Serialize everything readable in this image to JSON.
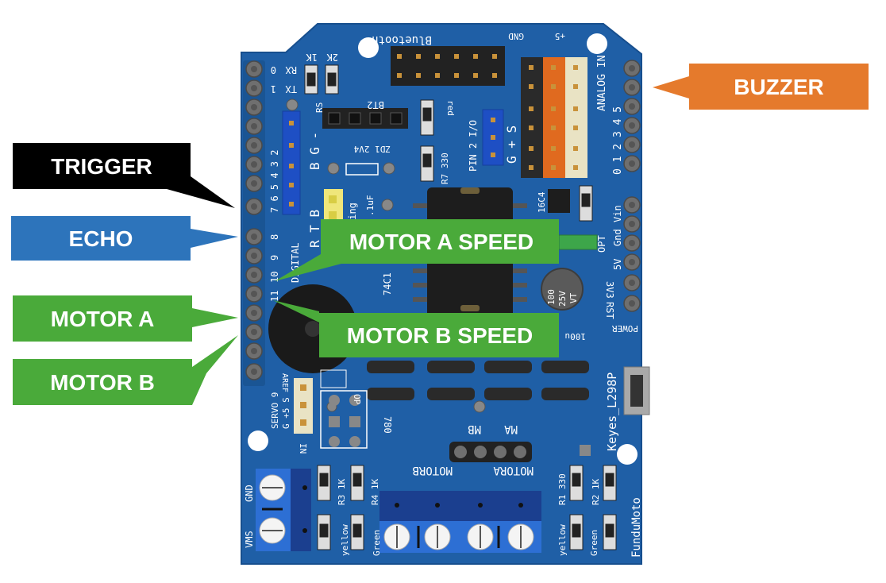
{
  "colors": {
    "board": "#1f5fa6",
    "board_dark": "#17508f",
    "header_pin": "#6f6f6f",
    "callout_black": "#000000",
    "callout_blue": "#2d74bb",
    "callout_green": "#4aaa3a",
    "callout_orange": "#e57a2c"
  },
  "callouts": {
    "trigger": "TRIGGER",
    "echo": "ECHO",
    "motor_a": "MOTOR A",
    "motor_b": "MOTOR B",
    "motor_a_speed": "MOTOR A SPEED",
    "motor_b_speed": "MOTOR B SPEED",
    "buzzer": "BUZZER"
  },
  "silkscreen": {
    "bluetooth": "Bluetooth",
    "gnd_top": "GND",
    "plus5_top": "+5",
    "rx": "RX",
    "tx": "TX",
    "d0": "0",
    "d1": "1",
    "k1_top": "1K",
    "k2_top": "2K",
    "bt2": "BT2",
    "red": "red",
    "pin2_io": "PIN 2 I/O",
    "gsp": "G + S",
    "r7": "R7 330",
    "zd1": "ZD1 2V4",
    "digital": "DIGITAL",
    "pin_numbers": "7 6 5 4 3 2",
    "d8": "8",
    "d9": "9",
    "d10": "10",
    "d11": "11",
    "bgr": "B G -",
    "rtb": "R T B",
    "ping": "Ping",
    "cap_uf": ".1uF",
    "ic_74c": "74C1",
    "ic_16c4": "16C4",
    "analog_in": "ANALOG IN",
    "analog_pins": "0 1 2 3 4 5",
    "vin": "Vin",
    "gnd_right": "Gnd",
    "opt": "OPT",
    "v5": "5V",
    "v33": "3V3",
    "rst": "RST",
    "power": "POWER",
    "cap_100": "100",
    "cap_25v": "25V",
    "cap_vt": "VT",
    "cap_100u": "100u",
    "keyes": "Keyes_L298P",
    "aref": "AREF",
    "servo": "SERVO 9",
    "g5": "G +5 S",
    "in_left": "IN",
    "op": "OP",
    "v780": "780",
    "mb": "MB",
    "ma": "MA",
    "motorb": "MOTORB",
    "motora": "MOTORA",
    "gnd_bottom": "GND",
    "vms": "VMS",
    "r3": "R3 1K",
    "r4": "R4 1K",
    "r1": "R1 330",
    "r2": "R2 1K",
    "yellow_left": "yellow",
    "green_left": "Green",
    "yellow_right": "yellow",
    "green_right": "Green",
    "fundumoto": "FunduMoto",
    "rs": "RS"
  }
}
